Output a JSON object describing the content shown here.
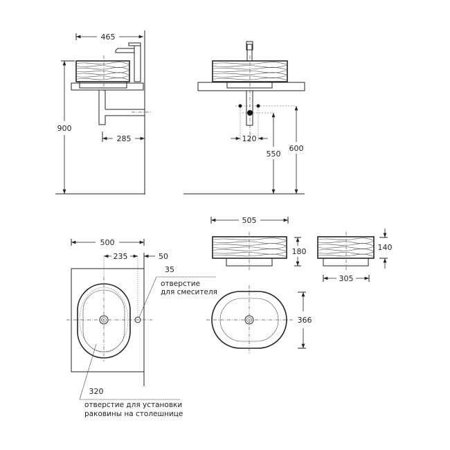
{
  "side_view": {
    "width_dim": "465",
    "height_dim": "900",
    "pipe_offset_dim": "285"
  },
  "front_view": {
    "spacing_dim": "120",
    "drain_height_dim": "550",
    "supply_height_dim": "600"
  },
  "plan_view": {
    "width_dim": "500",
    "center_offset_dim": "235",
    "edge_offset_dim": "50",
    "faucet_hole_dim": "35",
    "faucet_hole_label": [
      "отверстие",
      "для смесителя"
    ],
    "cutout_dim": "320",
    "cutout_label": [
      "отверстие для установки",
      "раковины на столешнице"
    ]
  },
  "basin_elevation": {
    "length_dim": "505",
    "height_dim": "180"
  },
  "basin_side": {
    "depth_dim": "305",
    "height_dim": "140"
  },
  "basin_top": {
    "width_dim": "366"
  }
}
